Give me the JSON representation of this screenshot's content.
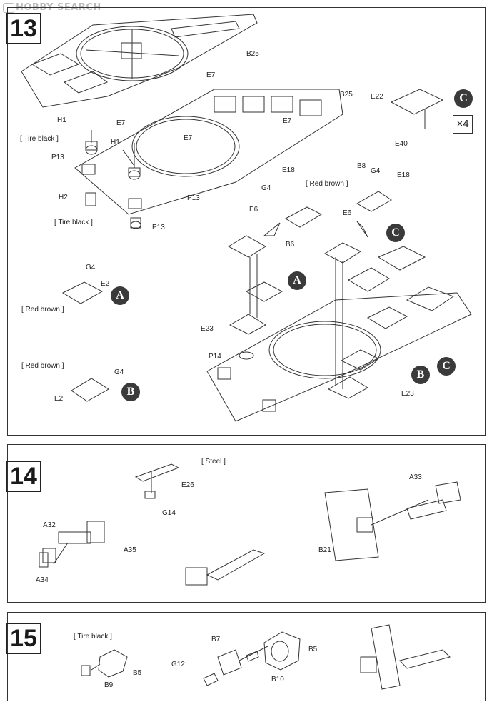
{
  "watermark": "HOBBY SEARCH",
  "steps": [
    {
      "number": "13",
      "labels": {
        "B25_top": "B25",
        "B25_mid": "B25",
        "E7_a": "E7",
        "E7_b": "E7",
        "E7_c": "E7",
        "E7_d": "E7",
        "H1_a": "H1",
        "H1_b": "H1",
        "H2": "H2",
        "P13_a": "P13",
        "P13_b": "P13",
        "P13_c": "P13",
        "E22": "E22",
        "E40": "E40",
        "E18_a": "E18",
        "E18_b": "E18",
        "G4_a": "G4",
        "G4_b": "G4",
        "G4_c": "G4",
        "G4_d": "G4",
        "B8": "B8",
        "B6": "B6",
        "E6_a": "E6",
        "E6_b": "E6",
        "E2_a": "E2",
        "E2_b": "E2",
        "E23_a": "E23",
        "E23_b": "E23",
        "P14": "P14"
      },
      "notes": {
        "tire_black_a": "[ Tire black ]",
        "tire_black_b": "[ Tire black ]",
        "red_brown_a": "[ Red brown ]",
        "red_brown_b": "[ Red brown ]",
        "red_brown_c": "[ Red brown ]"
      },
      "refs": {
        "C_top": "C",
        "multiplier": "×4",
        "A_detail": "A",
        "B_detail": "B",
        "A_main": "A",
        "B_main": "B",
        "C_main_a": "C",
        "C_main_b": "C"
      }
    },
    {
      "number": "14",
      "labels": {
        "E26": "E26",
        "G14": "G14",
        "A33": "A33",
        "A32": "A32",
        "A35": "A35",
        "A34": "A34",
        "B21": "B21"
      },
      "notes": {
        "steel": "[ Steel ]"
      }
    },
    {
      "number": "15",
      "labels": {
        "B5_a": "B5",
        "B9": "B9",
        "B7": "B7",
        "B5_b": "B5",
        "G12": "G12",
        "B10": "B10"
      },
      "notes": {
        "tire_black": "[ Tire black ]"
      }
    }
  ]
}
